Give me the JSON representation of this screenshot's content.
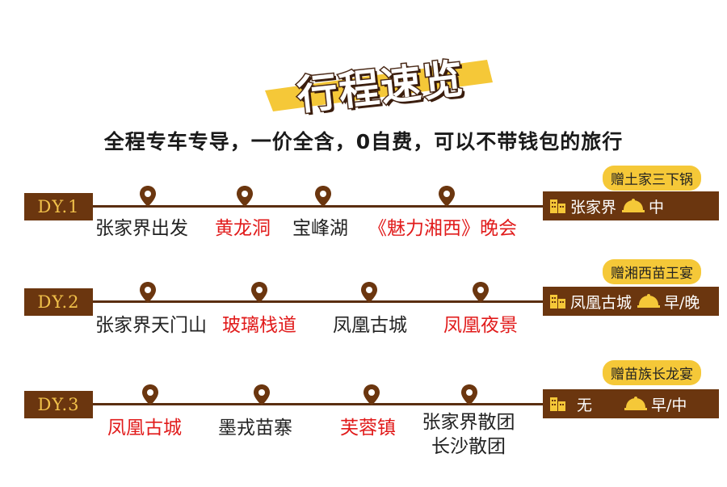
{
  "title": "行程速览",
  "subtitle": "全程专车专导，一价全含，0自费，可以不带钱包的旅行",
  "colors": {
    "brown": "#6b360f",
    "gold_text": "#f1c14a",
    "yellow_tag": "#f5c838",
    "red_stop": "#e11b1b"
  },
  "days": [
    {
      "label": "DY.1",
      "gift": "赠土家三下锅",
      "hotel": "张家界",
      "meals": "中",
      "stops": [
        {
          "text": "张家界出发",
          "highlight": false
        },
        {
          "text": "黄龙洞",
          "highlight": true
        },
        {
          "text": "宝峰湖",
          "highlight": false
        },
        {
          "text": "《魅力湘西》晚会",
          "highlight": true
        }
      ]
    },
    {
      "label": "DY.2",
      "gift": "赠湘西苗王宴",
      "hotel": "凤凰古城",
      "meals": "早/晚",
      "stops": [
        {
          "text": "张家界天门山",
          "highlight": false
        },
        {
          "text": "玻璃栈道",
          "highlight": true
        },
        {
          "text": "凤凰古城",
          "highlight": false
        },
        {
          "text": "凤凰夜景",
          "highlight": true
        }
      ]
    },
    {
      "label": "DY.3",
      "gift": "赠苗族长龙宴",
      "hotel": "无",
      "meals": "早/中",
      "stops": [
        {
          "text": "凤凰古城",
          "highlight": true
        },
        {
          "text": "墨戎苗寨",
          "highlight": false
        },
        {
          "text": "芙蓉镇",
          "highlight": true
        },
        {
          "text": "张家界散团",
          "highlight": false
        },
        {
          "text": "长沙散团",
          "highlight": false
        }
      ]
    }
  ]
}
